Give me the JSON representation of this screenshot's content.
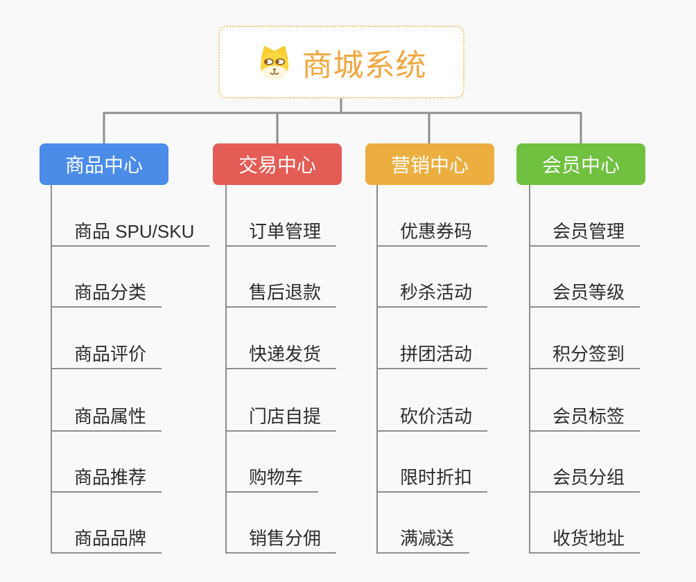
{
  "root": {
    "title": "商城系统",
    "icon": "doge-face-icon",
    "text_color": "#f0a740",
    "border_color": "#f6c16b"
  },
  "connector_color": "#8d8d8d",
  "branches": [
    {
      "label": "商品中心",
      "color": "#4a8ce8",
      "items": [
        "商品 SPU/SKU",
        "商品分类",
        "商品评价",
        "商品属性",
        "商品推荐",
        "商品品牌"
      ]
    },
    {
      "label": "交易中心",
      "color": "#e35c55",
      "items": [
        "订单管理",
        "售后退款",
        "快递发货",
        "门店自提",
        "购物车",
        "销售分佣"
      ]
    },
    {
      "label": "营销中心",
      "color": "#ecae3f",
      "items": [
        "优惠券码",
        "秒杀活动",
        "拼团活动",
        "砍价活动",
        "限时折扣",
        "满减送"
      ]
    },
    {
      "label": "会员中心",
      "color": "#6fc13f",
      "items": [
        "会员管理",
        "会员等级",
        "积分签到",
        "会员标签",
        "会员分组",
        "收货地址"
      ]
    }
  ]
}
